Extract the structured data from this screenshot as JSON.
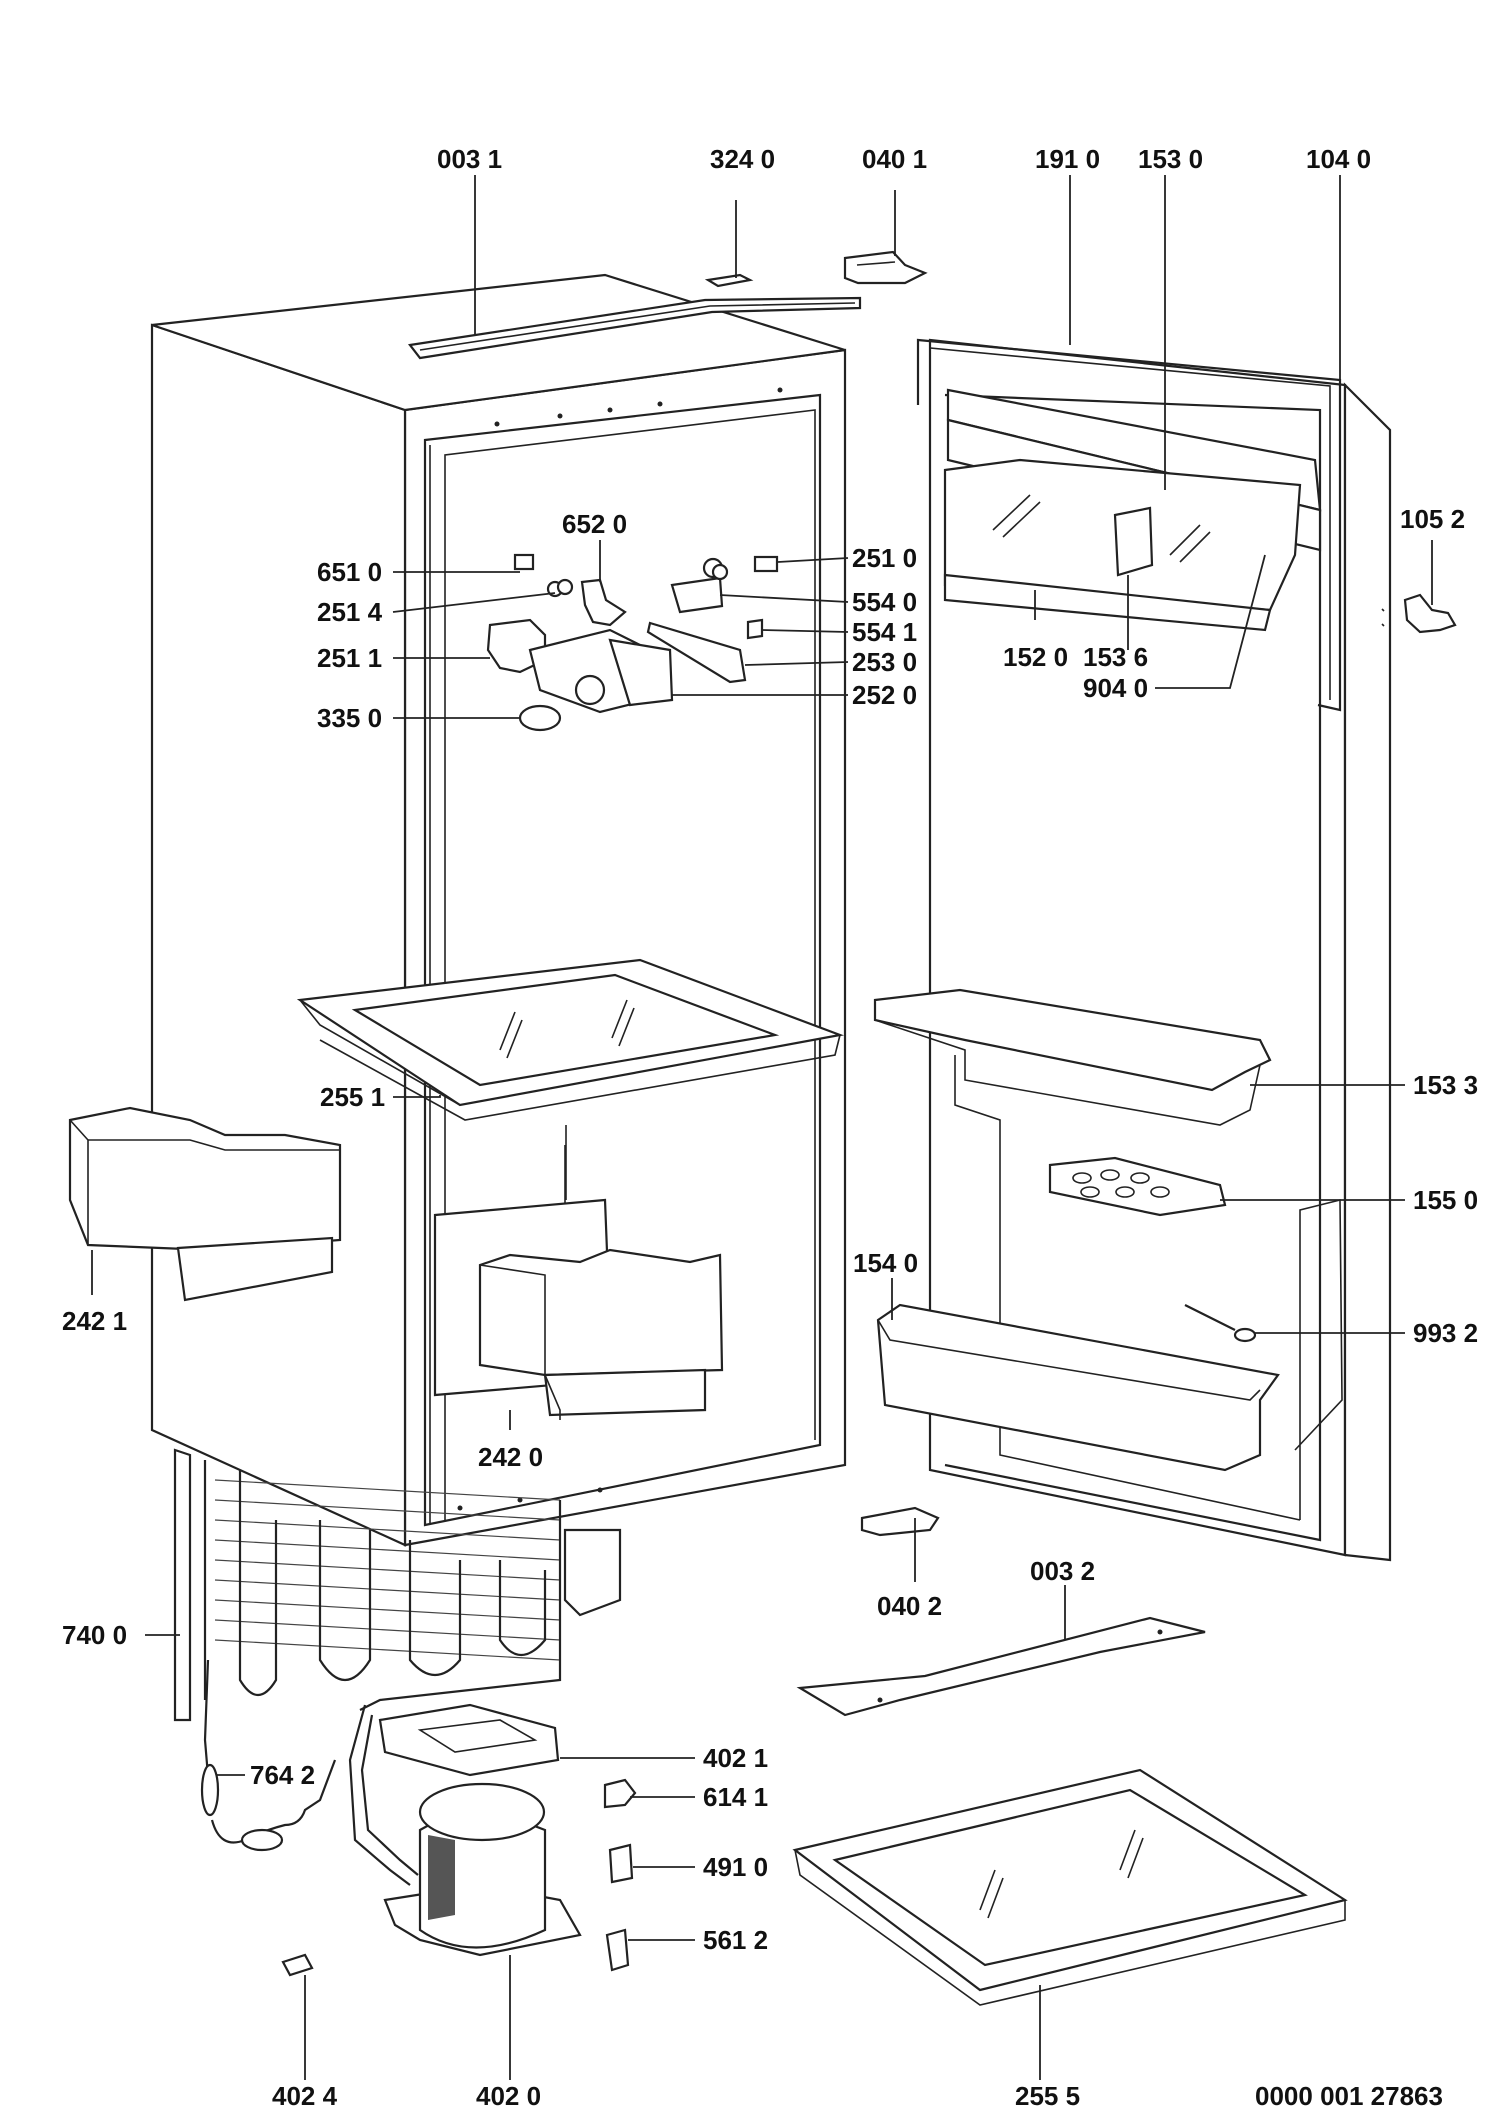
{
  "diagram": {
    "reference": "0000 001 27863",
    "labels": {
      "l0031": "003 1",
      "l3240": "324 0",
      "l0401": "040 1",
      "l1910": "191 0",
      "l1530": "153 0",
      "l1040": "104 0",
      "l6520": "652 0",
      "l6510": "651 0",
      "l2514": "251 4",
      "l2511": "251 1",
      "l3350": "335 0",
      "l2510": "251 0",
      "l5540": "554 0",
      "l5541": "554 1",
      "l2530": "253 0",
      "l2520": "252 0",
      "l1520": "152 0",
      "l1536": "153 6",
      "l9040": "904 0",
      "l1052": "105 2",
      "l2551": "255 1",
      "l1533": "153 3",
      "l1550": "155 0",
      "l1540": "154 0",
      "l9932": "993 2",
      "l2421": "242 1",
      "l2420": "242 0",
      "l0402": "040 2",
      "l0032": "003 2",
      "l7400": "740 0",
      "l7642": "764 2",
      "l4021": "402 1",
      "l6141": "614 1",
      "l4910": "491 0",
      "l5612": "561 2",
      "l4024": "402 4",
      "l4020": "402 0",
      "l2555": "255 5"
    }
  }
}
